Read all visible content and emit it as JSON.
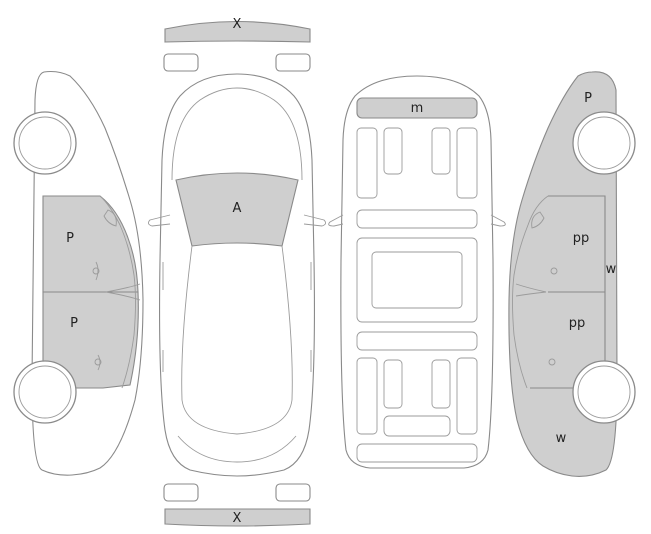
{
  "colors": {
    "marked_fill": "#cfcfcf",
    "outline": "#8a8a8a",
    "background": "#ffffff"
  },
  "labels": {
    "front_bumper": "X",
    "rear_bumper": "X",
    "windshield": "A",
    "roof": "m",
    "left_front_door": "P",
    "left_rear_door": "P",
    "right_rear_fender": "P",
    "right_front_door": "pp",
    "right_rear_door": "pp",
    "right_rocker": "w",
    "right_front_fender": "w"
  }
}
